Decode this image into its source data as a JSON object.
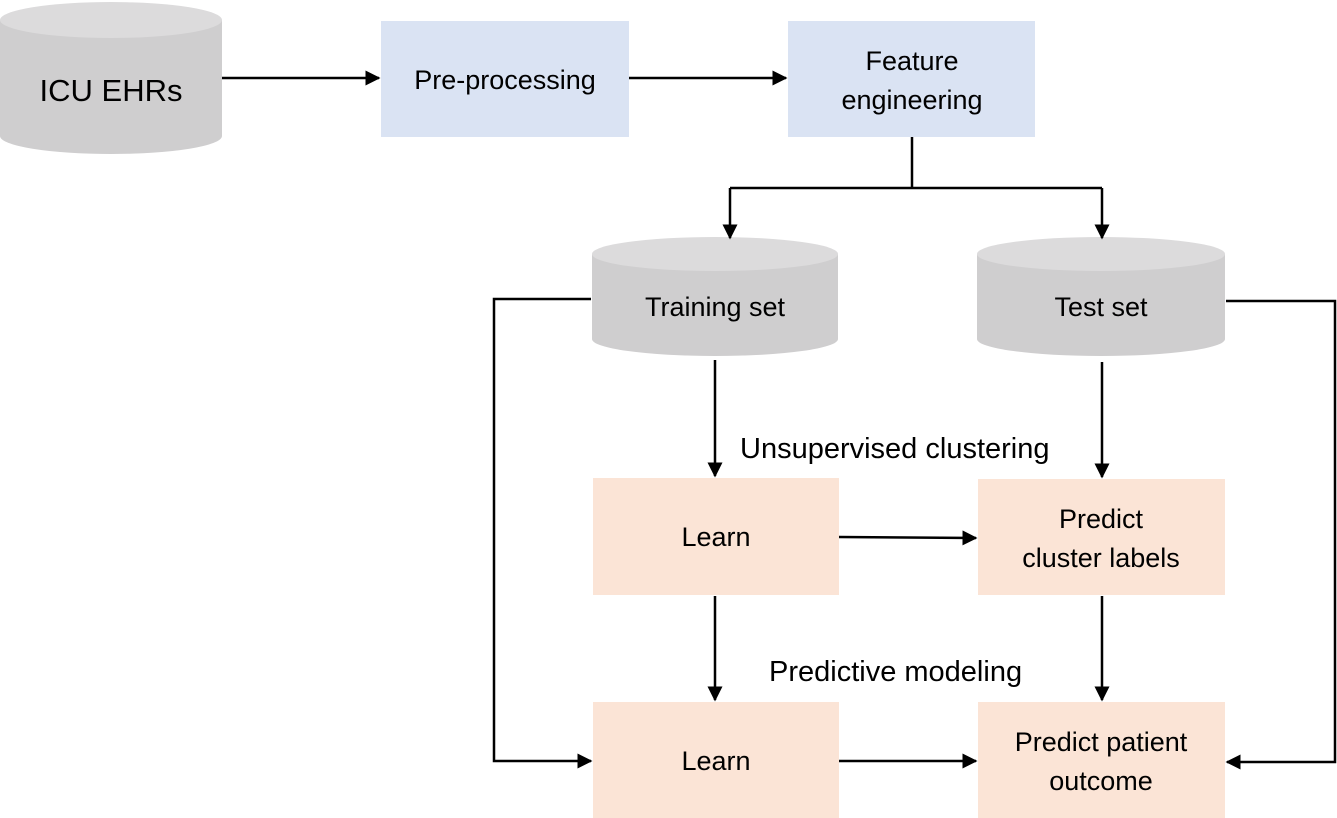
{
  "colors": {
    "cylinder": "#cfcecf",
    "cylinder_top": "#dcdbdc",
    "process_blue": "#dae3f3",
    "process_peach": "#fbe4d6",
    "line": "#000000"
  },
  "nodes": {
    "icu_ehrs": {
      "label": "ICU EHRs"
    },
    "preprocessing": {
      "label": "Pre-processing"
    },
    "feature_engineering": {
      "line1": "Feature",
      "line2": "engineering"
    },
    "training_set": {
      "label": "Training set"
    },
    "test_set": {
      "label": "Test set"
    },
    "learn_clustering": {
      "label": "Learn"
    },
    "predict_cluster_labels": {
      "line1": "Predict",
      "line2": "cluster labels"
    },
    "learn_predictive": {
      "label": "Learn"
    },
    "predict_patient_outcome": {
      "line1": "Predict patient",
      "line2": "outcome"
    }
  },
  "sections": {
    "unsupervised_clustering": "Unsupervised clustering",
    "predictive_modeling": "Predictive modeling"
  }
}
